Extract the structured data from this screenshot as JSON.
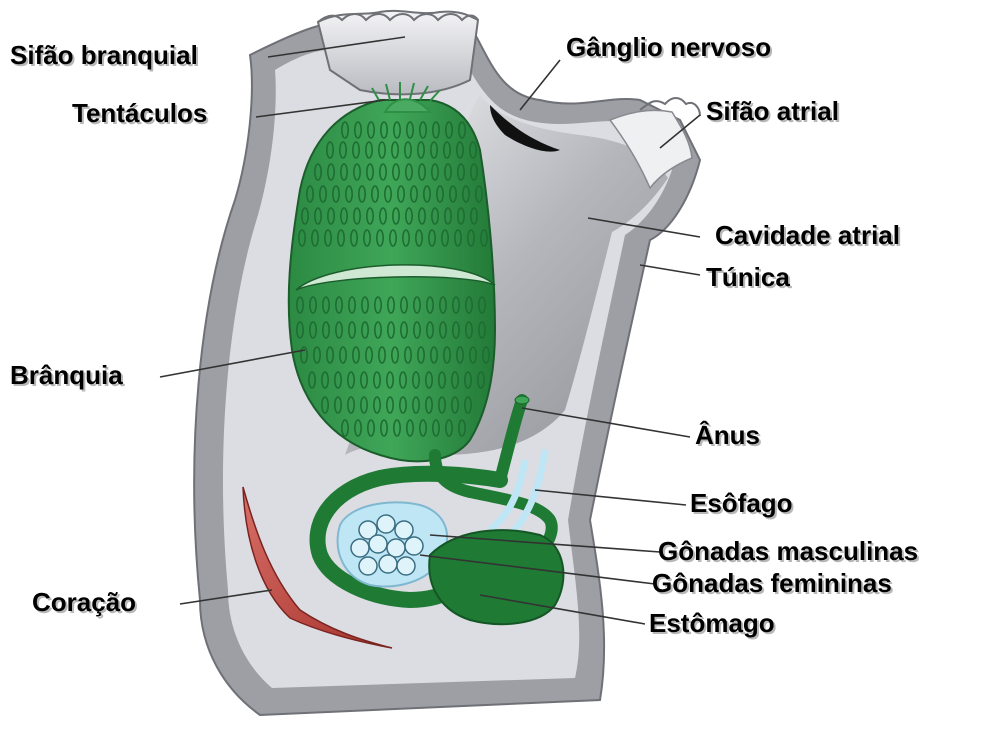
{
  "diagram": {
    "labels": {
      "sifao_branquial": "Sifão branquial",
      "tentaculos": "Tentáculos",
      "branquia": "Brânquia",
      "coracao": "Coração",
      "ganglio_nervoso": "Gânglio nervoso",
      "sifao_atrial": "Sifão atrial",
      "cavidade_atrial": "Cavidade atrial",
      "tunica": "Túnica",
      "anus": "Ânus",
      "esofago": "Esôfago",
      "gonadas_masculinas": "Gônadas masculinas",
      "gonadas_femininas": "Gônadas femininas",
      "estomago": "Estômago"
    },
    "colors": {
      "tunic_outer": "#9d9fa5",
      "tunic_inner": "#dcdde3",
      "atrial_cavity": "#a9abb1",
      "branchia": "#2f8f46",
      "branchia_slit": "#1e6d33",
      "gut": "#1f7a34",
      "gonad_male": "#bfe6f5",
      "heart": "#b8433d"
    }
  }
}
